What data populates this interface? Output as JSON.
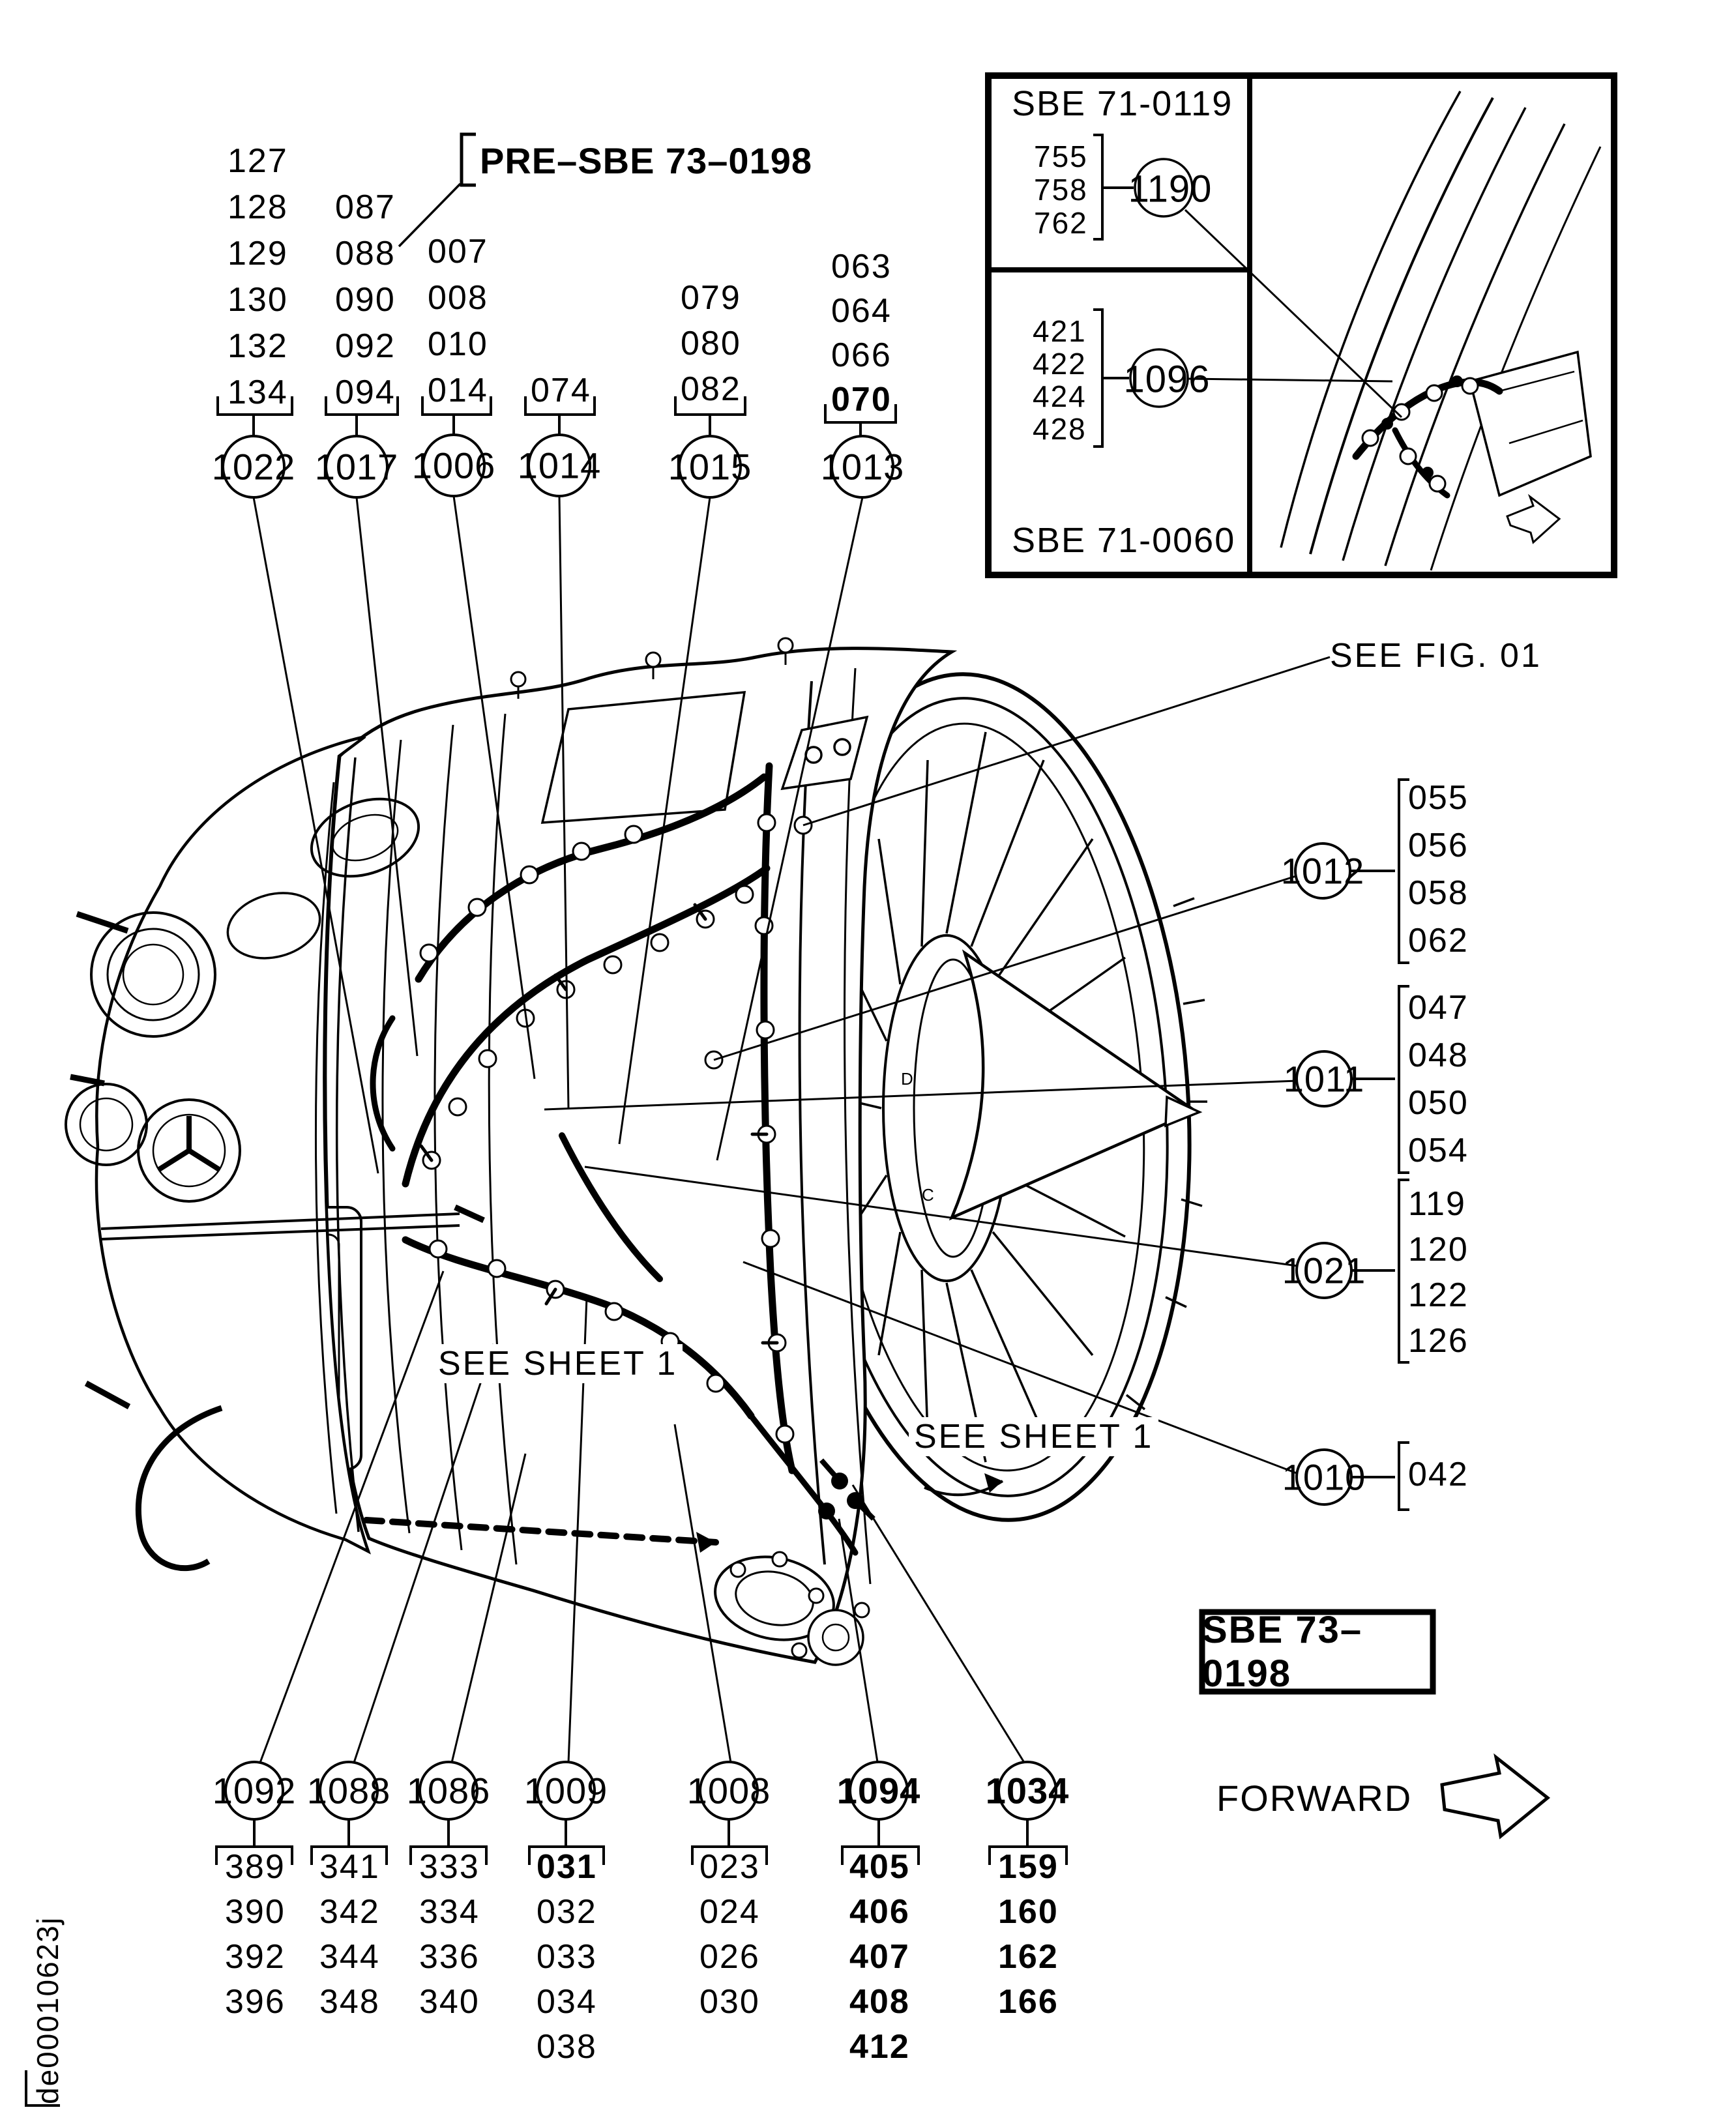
{
  "doc_id": "de00010623j",
  "ink": "#000000",
  "labels": {
    "pre_sbe": "PRE–SBE 73–0198",
    "see_fig": "SEE FIG. 01",
    "see_sheet_a": "SEE SHEET 1",
    "see_sheet_b": "SEE SHEET 1",
    "sbe_box": "SBE 73–0198",
    "forward": "FORWARD"
  },
  "inset": {
    "title_top": "SBE 71-0119",
    "title_bottom": "SBE 71-0060",
    "groups": [
      {
        "callout": "1190",
        "items": [
          "755",
          "758",
          "762"
        ]
      },
      {
        "callout": "1096",
        "items": [
          "421",
          "422",
          "424",
          "428"
        ]
      }
    ]
  },
  "top_groups": [
    {
      "callout": "1022",
      "items": [
        "127",
        "128",
        "129",
        "130",
        "132",
        "134"
      ]
    },
    {
      "callout": "1017",
      "items": [
        "087",
        "088",
        "090",
        "092",
        "094"
      ]
    },
    {
      "callout": "1006",
      "items": [
        "007",
        "008",
        "010",
        "014"
      ]
    },
    {
      "callout": "1014",
      "items": [
        "074"
      ]
    },
    {
      "callout": "1015",
      "items": [
        "079",
        "080",
        "082"
      ]
    },
    {
      "callout": "1013",
      "items": [
        "063",
        "064",
        "066",
        "070"
      ]
    }
  ],
  "right_groups": [
    {
      "callout": "1012",
      "items": [
        "055",
        "056",
        "058",
        "062"
      ]
    },
    {
      "callout": "1011",
      "items": [
        "047",
        "048",
        "050",
        "054"
      ]
    },
    {
      "callout": "1021",
      "items": [
        "119",
        "120",
        "122",
        "126"
      ]
    },
    {
      "callout": "1010",
      "items": [
        "042"
      ]
    }
  ],
  "bottom_groups": [
    {
      "callout": "1092",
      "items": [
        "389",
        "390",
        "392",
        "396"
      ]
    },
    {
      "callout": "1088",
      "items": [
        "341",
        "342",
        "344",
        "348"
      ]
    },
    {
      "callout": "1086",
      "items": [
        "333",
        "334",
        "336",
        "340"
      ]
    },
    {
      "callout": "1009",
      "items": [
        "031",
        "032",
        "033",
        "034",
        "038"
      ]
    },
    {
      "callout": "1008",
      "items": [
        "023",
        "024",
        "026",
        "030"
      ]
    },
    {
      "callout": "1094",
      "items": [
        "405",
        "406",
        "407",
        "408",
        "412"
      ]
    },
    {
      "callout": "1034",
      "items": [
        "159",
        "160",
        "162",
        "166"
      ]
    }
  ],
  "bold_values": [
    "070",
    "031",
    "405",
    "406",
    "407",
    "408",
    "412",
    "159",
    "160",
    "162",
    "166",
    "1094",
    "1034"
  ],
  "drawing": {
    "hub_marks": [
      "D",
      "C"
    ]
  }
}
